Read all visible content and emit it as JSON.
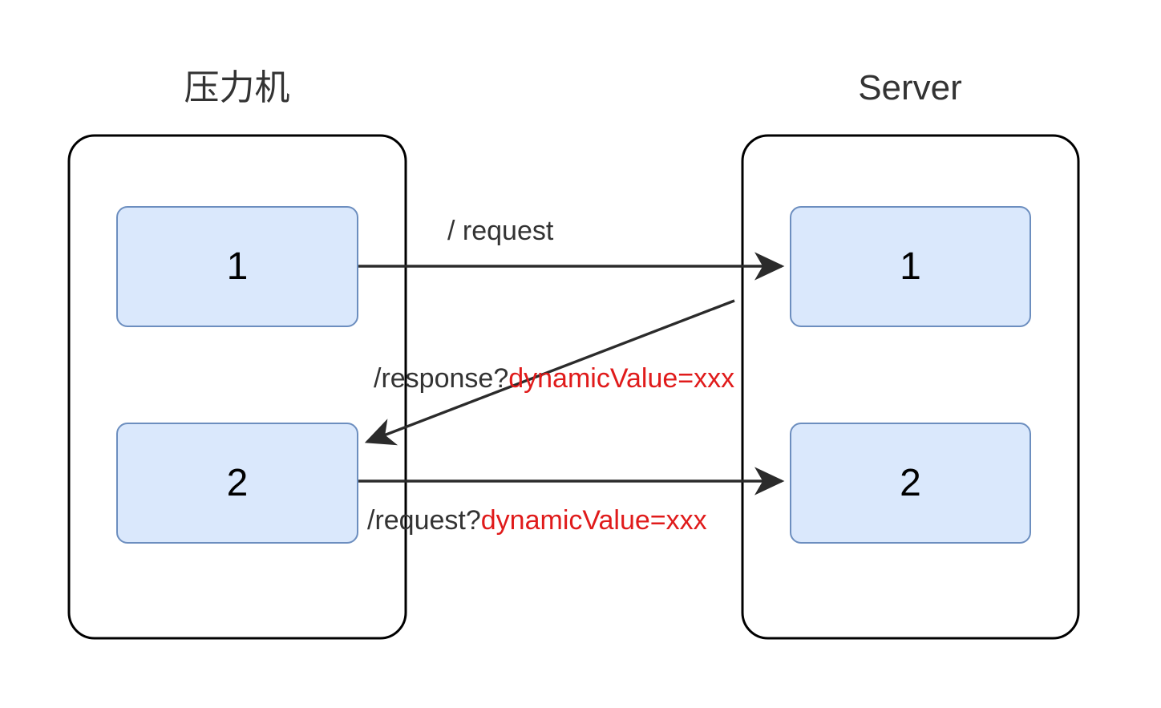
{
  "diagram": {
    "title_left": "压力机",
    "title_right": "Server",
    "groups": [
      {
        "name": "load-generator",
        "label": "压力机",
        "nodes": [
          {
            "label": "1"
          },
          {
            "label": "2"
          }
        ]
      },
      {
        "name": "server",
        "label": "Server",
        "nodes": [
          {
            "label": "1"
          },
          {
            "label": "2"
          }
        ]
      }
    ],
    "edges": [
      {
        "name": "request-top",
        "direction": "left-to-right",
        "label_plain": "/ request",
        "label_accent": ""
      },
      {
        "name": "response-dynamic",
        "direction": "right-to-left",
        "label_plain": "/response?",
        "label_accent": "dynamicValue=xxx"
      },
      {
        "name": "request-dynamic",
        "direction": "left-to-right",
        "label_plain": "/request?",
        "label_accent": "dynamicValue=xxx"
      }
    ],
    "colors": {
      "node_fill": "#dae8fc",
      "node_stroke": "#6c8ebf",
      "group_stroke": "#000000",
      "text": "#333333",
      "accent": "#e01b1b",
      "background": "#ffffff"
    }
  }
}
